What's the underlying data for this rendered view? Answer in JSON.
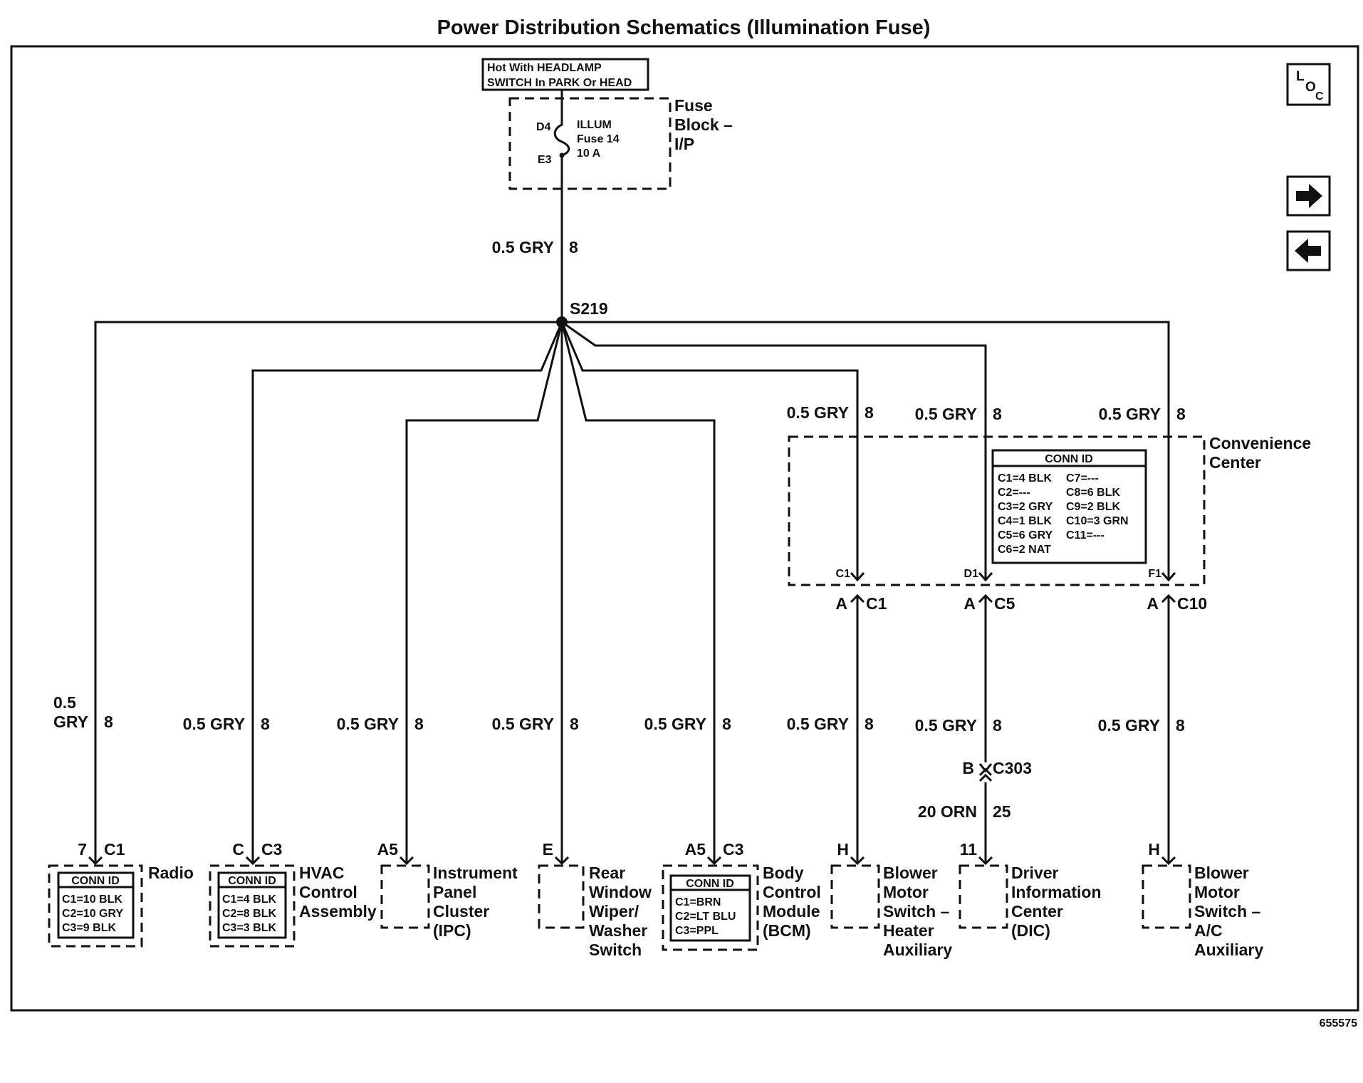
{
  "title": "Power Distribution Schematics (Illumination Fuse)",
  "diagram_id": "655575",
  "hot_label": [
    "Hot With HEADLAMP",
    "SWITCH In PARK Or HEAD"
  ],
  "fuse_block": {
    "label": [
      "Fuse",
      "Block –",
      "I/P"
    ],
    "pin_in": "D4",
    "pin_out": "E3",
    "fuse": [
      "ILLUM",
      "Fuse 14",
      "10 A"
    ]
  },
  "splice": "S219",
  "wire_gauge": "0.5 GRY",
  "wire_circuit": "8",
  "nav": {
    "loc_top": "L",
    "loc_bottom": "O",
    "loc_sub": "C"
  },
  "convenience_center": {
    "label": [
      "Convenience",
      "Center"
    ],
    "conn_id_title": "CONN ID",
    "conn_id_left": [
      "C1=4 BLK",
      "C2=---",
      "C3=2 GRY",
      "C4=1 BLK",
      "C5=6 GRY",
      "C6=2 NAT"
    ],
    "conn_id_right": [
      "C7=---",
      "C8=6 BLK",
      "C9=2 BLK",
      "C10=3 GRN",
      "C11=---"
    ],
    "pins": [
      "C1",
      "D1",
      "F1"
    ],
    "out_connectors": [
      {
        "pin": "A",
        "conn": "C1"
      },
      {
        "pin": "A",
        "conn": "C5"
      },
      {
        "pin": "A",
        "conn": "C10"
      }
    ]
  },
  "inline": {
    "pin": "B",
    "conn": "C303",
    "gauge": "20 ORN",
    "circuit": "25"
  },
  "gauge_radio": [
    "0.5",
    "GRY"
  ],
  "components": [
    {
      "pin": "7",
      "conn": "C1",
      "label": [
        "Radio"
      ],
      "conn_id_title": "CONN ID",
      "conn_id": [
        "C1=10 BLK",
        "C2=10 GRY",
        "C3=9 BLK"
      ]
    },
    {
      "pin": "C",
      "conn": "C3",
      "label": [
        "HVAC",
        "Control",
        "Assembly"
      ],
      "conn_id_title": "CONN ID",
      "conn_id": [
        "C1=4 BLK",
        "C2=8 BLK",
        "C3=3 BLK"
      ]
    },
    {
      "pin": "A5",
      "conn": "",
      "label": [
        "Instrument",
        "Panel",
        "Cluster",
        "(IPC)"
      ]
    },
    {
      "pin": "E",
      "conn": "",
      "label": [
        "Rear",
        "Window",
        "Wiper/",
        "Washer",
        "Switch"
      ]
    },
    {
      "pin": "A5",
      "conn": "C3",
      "label": [
        "Body",
        "Control",
        "Module",
        "(BCM)"
      ],
      "conn_id_title": "CONN ID",
      "conn_id": [
        "C1=BRN",
        "C2=LT BLU",
        "C3=PPL"
      ]
    },
    {
      "pin": "H",
      "conn": "",
      "label": [
        "Blower",
        "Motor",
        "Switch –",
        "Heater",
        "Auxiliary"
      ]
    },
    {
      "pin": "11",
      "conn": "",
      "label": [
        "Driver",
        "Information",
        "Center",
        "(DIC)"
      ]
    },
    {
      "pin": "H",
      "conn": "",
      "label": [
        "Blower",
        "Motor",
        "Switch –",
        "A/C",
        "Auxiliary"
      ]
    }
  ]
}
